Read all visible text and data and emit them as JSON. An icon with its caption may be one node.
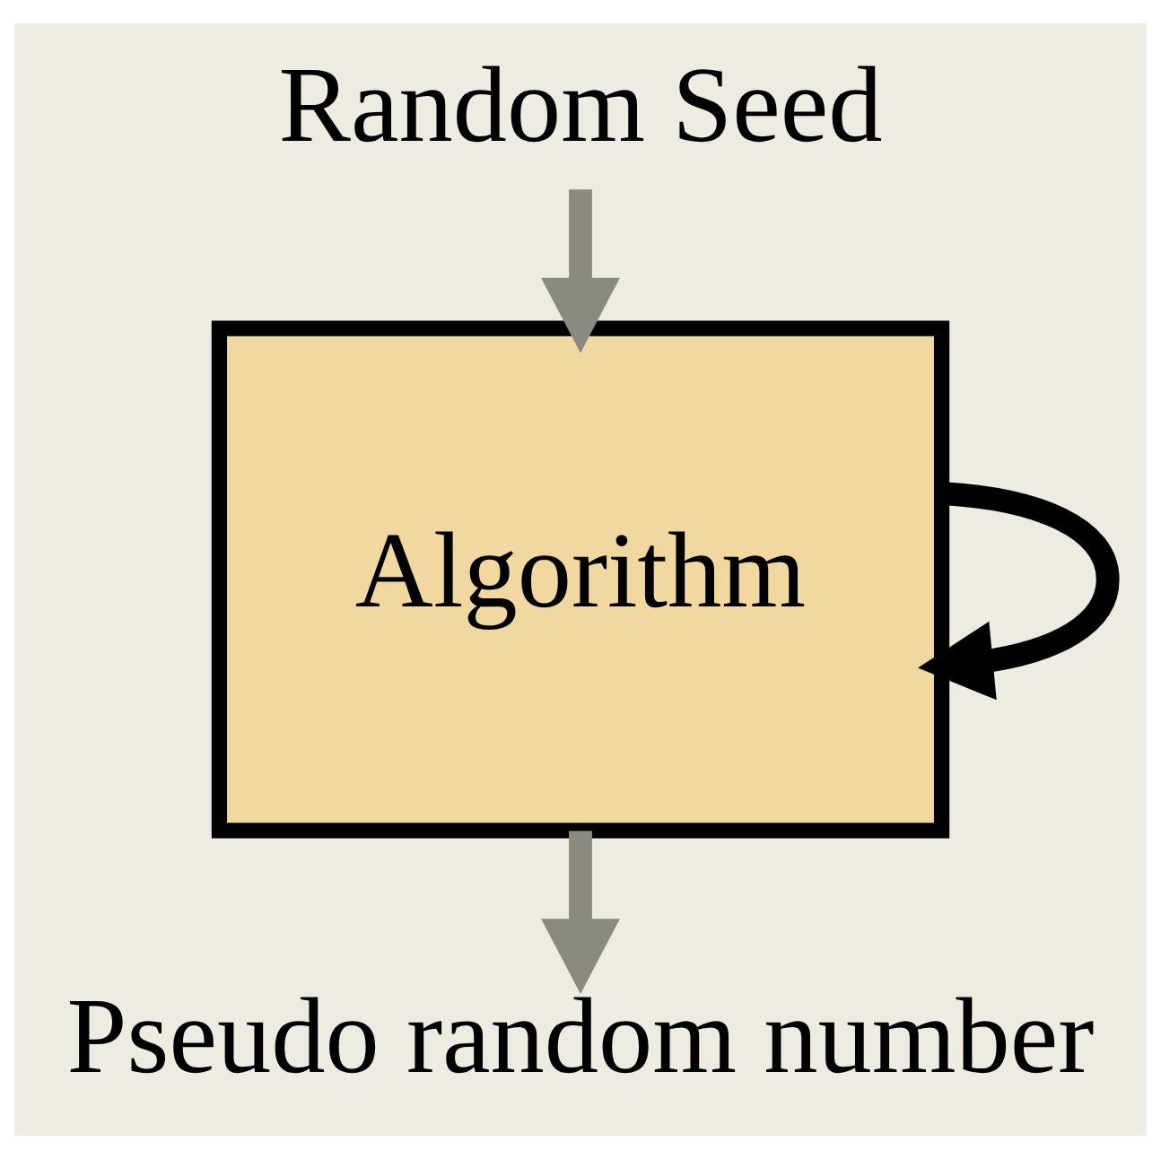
{
  "diagram": {
    "nodes": [
      {
        "text": [
          "Random Seed"
        ]
      },
      {
        "text": [
          "Algorithm"
        ]
      },
      {
        "text": [
          "Pseudo random number"
        ]
      }
    ],
    "edges": [
      {
        "from": 0,
        "to": 1,
        "arrow": "to"
      },
      {
        "from": 1,
        "to": 1,
        "arrow": "to",
        "color": "#000000"
      },
      {
        "from": 1,
        "to": 2,
        "arrow": "to"
      }
    ]
  }
}
